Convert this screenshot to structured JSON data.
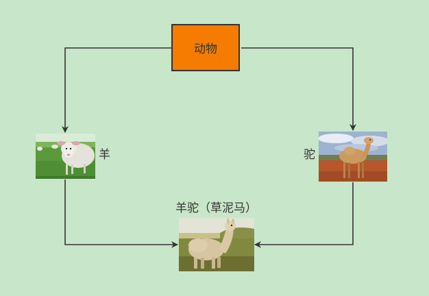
{
  "diagram": {
    "root": {
      "label": "动物"
    },
    "left": {
      "label": "羊",
      "picture": "sheep-photo"
    },
    "right": {
      "label": "驼",
      "picture": "camel-photo"
    },
    "bottom": {
      "label": "羊驼（草泥马）",
      "picture": "alpaca-photo"
    }
  },
  "colors": {
    "background": "#c8e6c9",
    "root_fill": "#f57c00",
    "line": "#333333"
  }
}
